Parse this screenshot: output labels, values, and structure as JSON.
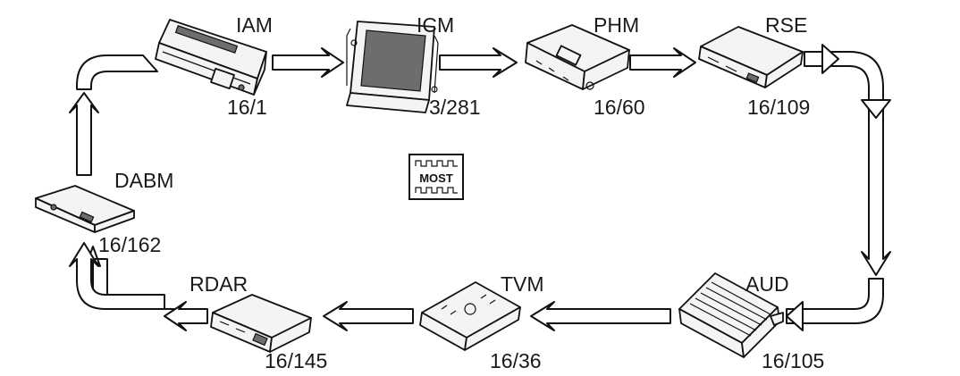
{
  "ring_label": "MOST",
  "modules": [
    {
      "id": "iam",
      "name": "IAM",
      "ref": "16/1"
    },
    {
      "id": "icm",
      "name": "ICM",
      "ref": "3/281"
    },
    {
      "id": "phm",
      "name": "PHM",
      "ref": "16/60"
    },
    {
      "id": "rse",
      "name": "RSE",
      "ref": "16/109"
    },
    {
      "id": "aud",
      "name": "AUD",
      "ref": "16/105"
    },
    {
      "id": "tvm",
      "name": "TVM",
      "ref": "16/36"
    },
    {
      "id": "rdar",
      "name": "RDAR",
      "ref": "16/145"
    },
    {
      "id": "dabm",
      "name": "DABM",
      "ref": "16/162"
    }
  ],
  "signal_flow": [
    "IAM",
    "ICM",
    "PHM",
    "RSE",
    "AUD",
    "TVM",
    "RDAR",
    "DABM",
    "IAM"
  ]
}
